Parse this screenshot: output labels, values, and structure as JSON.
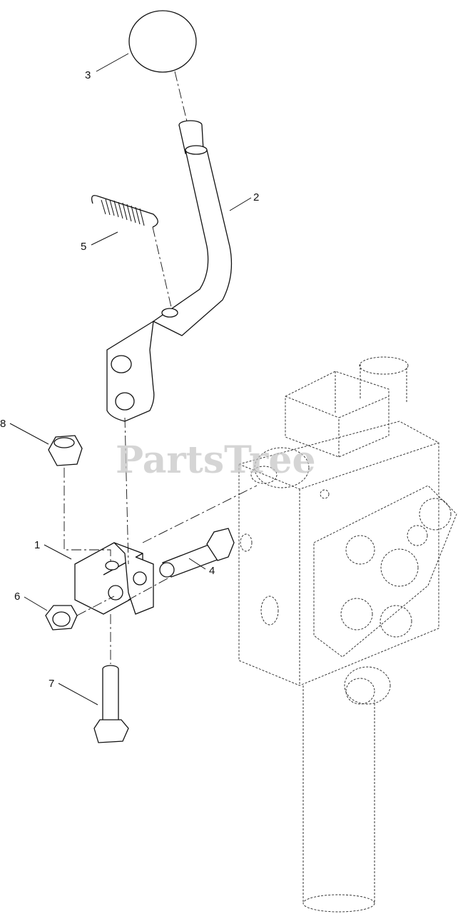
{
  "watermark": "PartsTree",
  "callouts": {
    "c1": "1",
    "c2": "2",
    "c3": "3",
    "c4": "4",
    "c5": "5",
    "c6": "6",
    "c7": "7",
    "c8": "8"
  }
}
